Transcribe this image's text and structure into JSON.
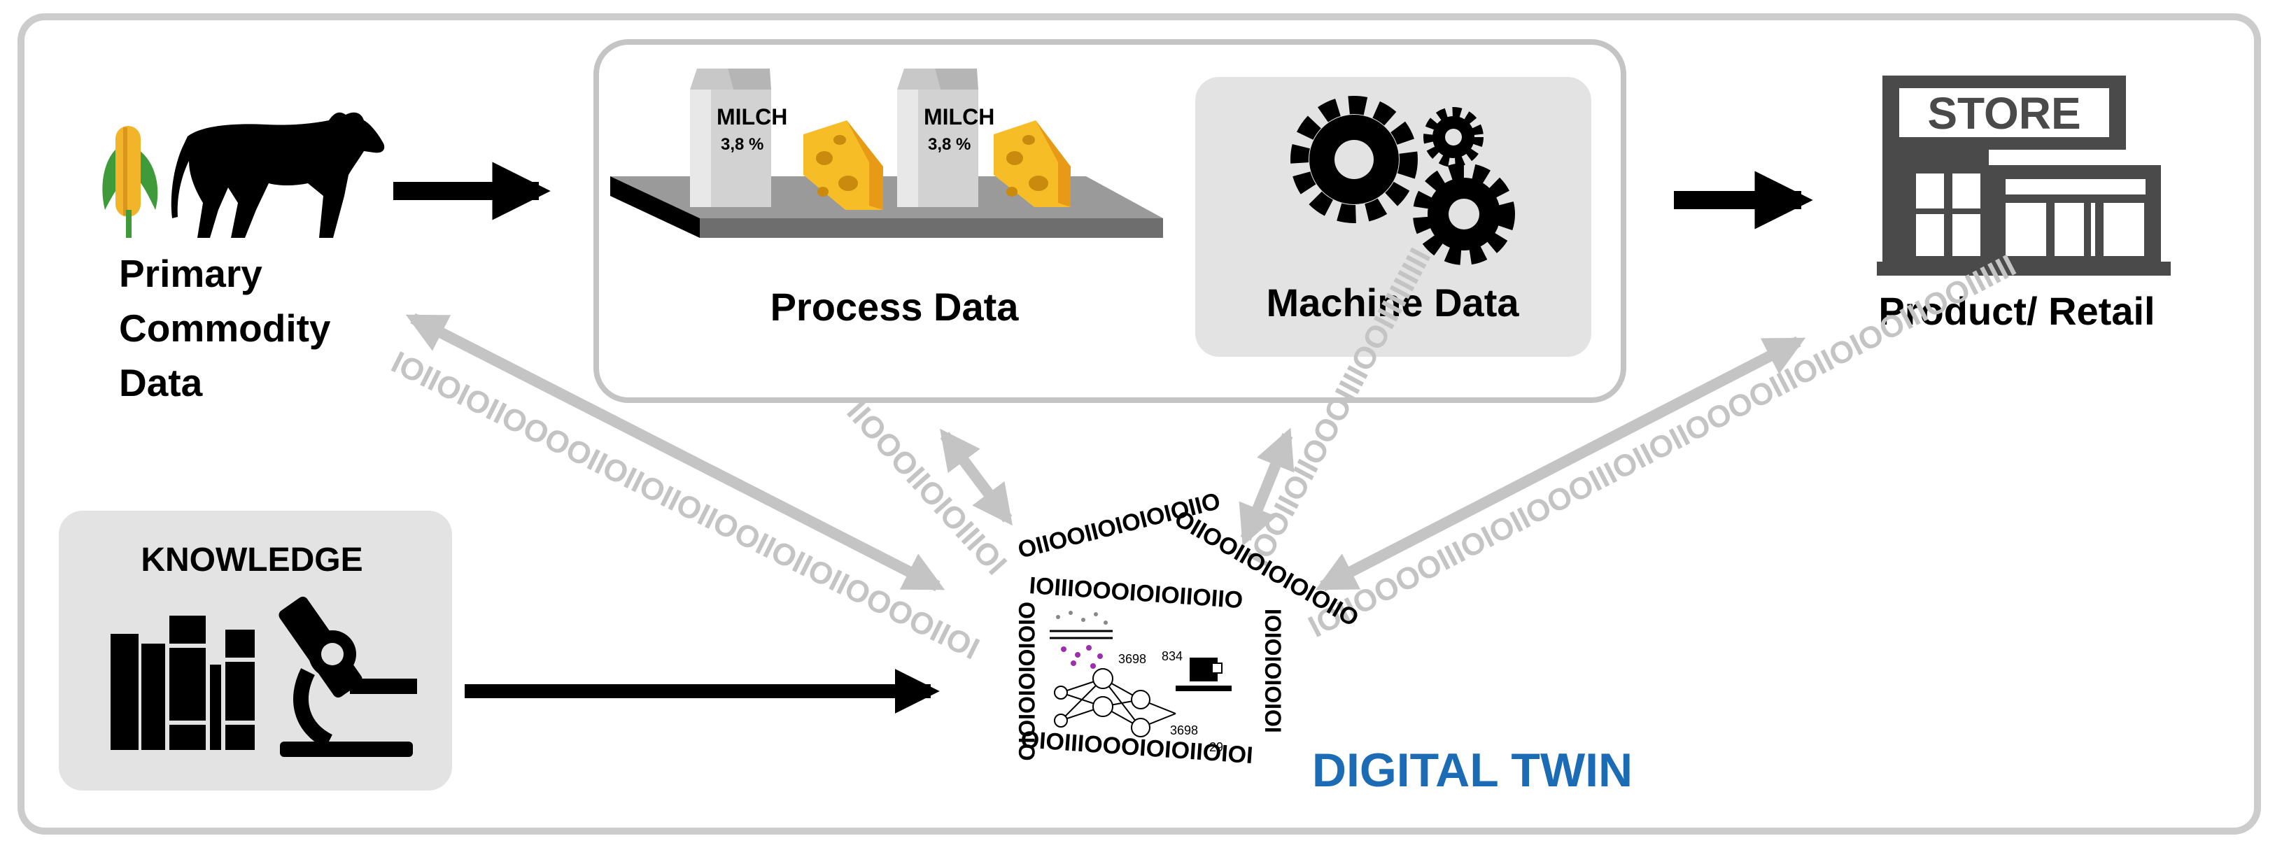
{
  "labels": {
    "primary_commodity": [
      "Primary",
      "Commodity",
      "Data"
    ],
    "process_data": "Process Data",
    "machine_data": "Machine Data",
    "product_retail": "Product/ Retail",
    "knowledge": "KNOWLEDGE",
    "digital_twin": "DIGITAL TWIN",
    "store_sign": "STORE",
    "milk_brand": "MILCH",
    "milk_fat": "3,8 %"
  },
  "binary_streams": {
    "primary": "IOIIOIOIIOOOOIIOIIOIIOIIOOIIOIIOIIOOOOIIOI",
    "process": "IIOOOIIOIOIIIOI",
    "machine": "IOOIIOIIOOOIIIIOOIIIIIIIIII",
    "retail": "IOIIOOOOIIIOIOIIOOOIIIOIIOIIOOOOIIIOIIOIOOIIIOOIIIIII",
    "twin_top": "OIIOOIIOIOIOIOIIO",
    "twin_row2": "IOIIIOOOIOIOIIOIIO",
    "twin_bottom": "OIOIIIOOOIOIOIIOIOI",
    "twin_left": "OIOIOIOIOIOIO",
    "twin_right": "IOIOIOIOIOI"
  },
  "twin_numbers": [
    "3698",
    "834",
    "3698",
    "29"
  ],
  "colors": {
    "frame": "#cccccc",
    "panel": "#e3e3e3",
    "icon": "#000000",
    "store_icon": "#4a4a4a",
    "arrow_light": "#c4c4c4",
    "digital_twin": "#1b6cb5",
    "cheese": "#f6bd26",
    "cheese_side": "#e79a16",
    "conveyor": "#9a9a9a",
    "milk_carton": "#d2d2d2",
    "corn": "#f2b52a",
    "leaf": "#3f9b3a"
  }
}
